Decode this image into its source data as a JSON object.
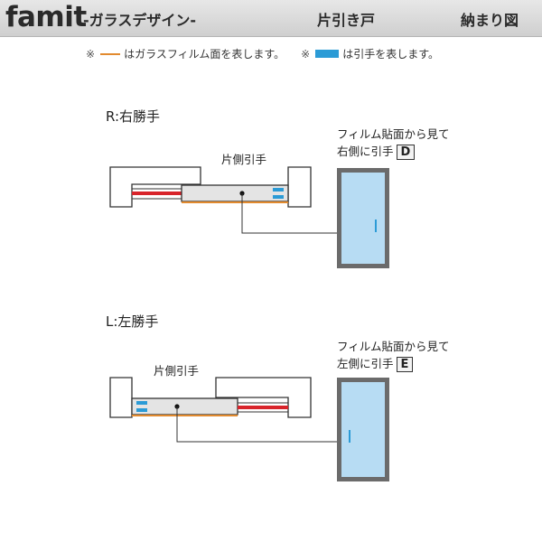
{
  "header": {
    "brand": "famit",
    "series": "-ガラスデザイン-",
    "door_type": "片引き戸",
    "section_title": "納まり図"
  },
  "legend": {
    "note_mark_1": "※",
    "film_text": "はガラスフィルム面を表します。",
    "note_mark_2": "※",
    "handle_text": "は引手を表します。"
  },
  "right_hand": {
    "title": "R:右勝手",
    "handle_label": "片側引手",
    "view_line_1": "フィルム貼面から見て",
    "view_line_2": "右側に引手",
    "view_code": "D"
  },
  "left_hand": {
    "title": "L:左勝手",
    "handle_label": "片側引手",
    "view_line_1": "フィルム貼面から見て",
    "view_line_2": "左側に引手",
    "view_code": "E"
  },
  "colors": {
    "film": "#e28a2e",
    "handle": "#2b9bd6",
    "rail": "#d8242b",
    "glass": "#b7dcf3",
    "frame": "#6b6b6b",
    "panel": "#e4e4e4"
  }
}
